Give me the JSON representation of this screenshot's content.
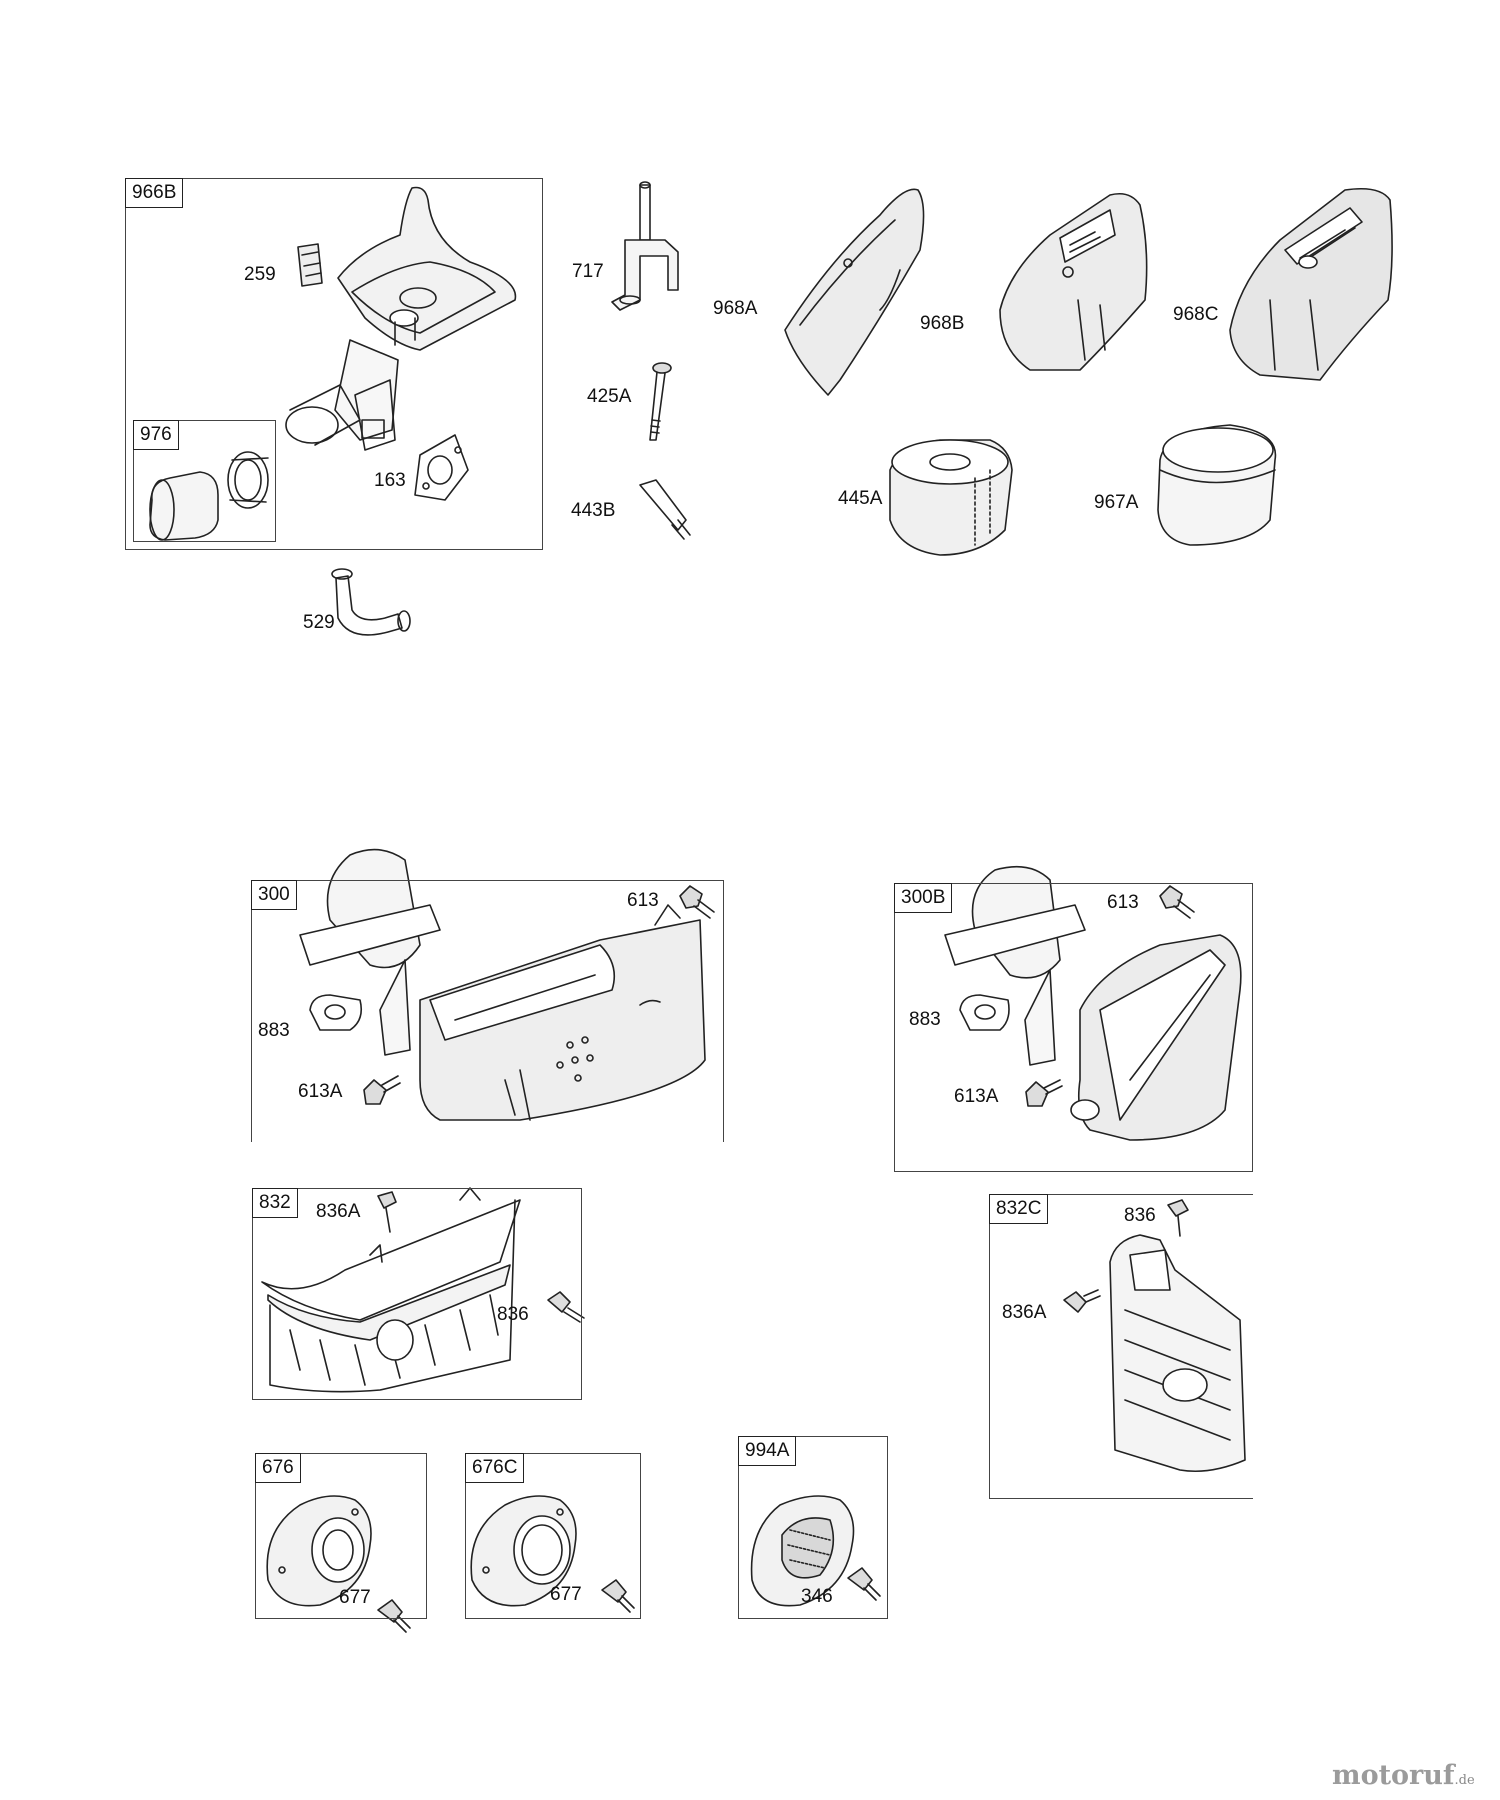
{
  "groups": {
    "g966b": "966B",
    "g976": "976",
    "g300": "300",
    "g300b": "300B",
    "g832": "832",
    "g832c": "832C",
    "g676": "676",
    "g676c": "676C",
    "g994a": "994A"
  },
  "parts": {
    "p259": "259",
    "p163": "163",
    "p529": "529",
    "p717": "717",
    "p425a": "425A",
    "p443b": "443B",
    "p968a": "968A",
    "p968b": "968B",
    "p968c": "968C",
    "p445a": "445A",
    "p967a": "967A",
    "p613_a": "613",
    "p883_a": "883",
    "p613a_a": "613A",
    "p613_b": "613",
    "p883_b": "883",
    "p613a_b": "613A",
    "p836a_a": "836A",
    "p836_a": "836",
    "p836_b": "836",
    "p836a_b": "836A",
    "p677_a": "677",
    "p677_b": "677",
    "p346": "346"
  },
  "watermark": {
    "name": "motoruf",
    "tld": ".de"
  }
}
